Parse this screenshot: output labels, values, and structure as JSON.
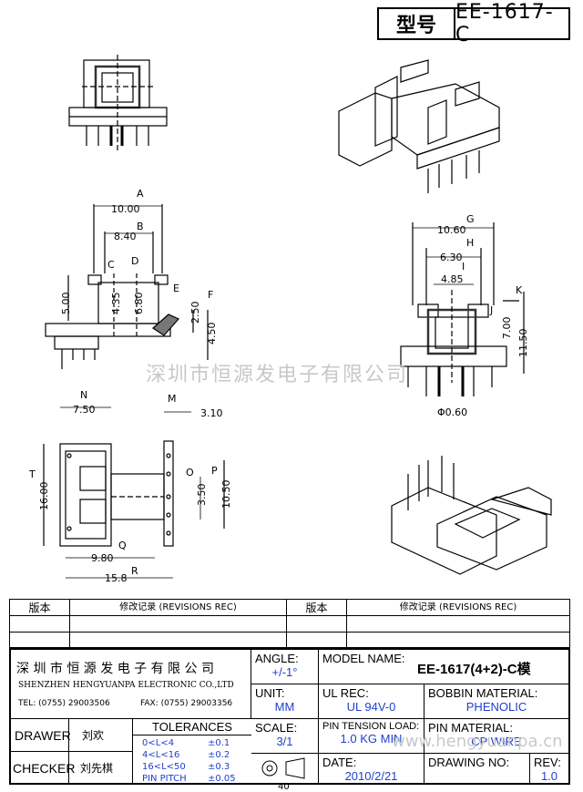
{
  "title": {
    "label": "型号",
    "model": "EE-1617-C"
  },
  "dimensions": {
    "A": "A",
    "B": "B",
    "C": "C",
    "D": "D",
    "E": "E",
    "F": "F",
    "G": "G",
    "H": "H",
    "I": "I",
    "J": "J",
    "K": "K",
    "M": "M",
    "N": "N",
    "O": "O",
    "P": "P",
    "Q": "Q",
    "R": "R",
    "T": "T",
    "v10_00": "10.00",
    "v8_40": "8.40",
    "v5_00": "5.00",
    "v4_35": "4.35",
    "v6_80": "6.80",
    "v2_50": "2.50",
    "v4_50": "4.50",
    "v10_60": "10.60",
    "v6_30": "6.30",
    "v4_85": "4.85",
    "v7_00": "7.00",
    "v11_50": "11.50",
    "v0_60": "Φ0.60",
    "v7_50": "7.50",
    "v3_10": "3.10",
    "v16_00": "16.00",
    "v3_50": "3.50",
    "v10_50": "10.50",
    "v9_80": "9.80",
    "v15_8": "15.8",
    "bottom_partial": "40"
  },
  "watermark": "深圳市恒源发电子有限公司",
  "watermark_url": "www.hengyuanpa.cn",
  "revisions": {
    "col1": "版本",
    "col2": "修改记录 (REVISIONS REC)",
    "col3": "版本",
    "col4": "修改记录 (REVISIONS REC)"
  },
  "company": {
    "name_cn": "深 圳 市 恒 源 发 电 子 有 限 公 司",
    "name_en": "SHENZHEN HENGYUANPA ELECTRONIC CO.,LTD",
    "tel": "TEL: (0755) 29003506",
    "fax": "FAX: (0755) 29003356"
  },
  "angle": {
    "label": "ANGLE:",
    "value": "+/-1°"
  },
  "unit": {
    "label": "UNIT:",
    "value": "MM"
  },
  "scale": {
    "label": "SCALE:",
    "value": "3/1"
  },
  "model_name": {
    "label": "MODEL NAME:",
    "value": "EE-1617(4+2)-C模"
  },
  "ul_rec": {
    "label": "UL REC:",
    "value": "UL 94V-0"
  },
  "bobbin_material": {
    "label": "BOBBIN MATERIAL:",
    "value": "PHENOLIC"
  },
  "pin_tension": {
    "label": "PIN TENSION LOAD:",
    "value": "1.0 KG MIN"
  },
  "pin_material": {
    "label": "PIN MATERIAL:",
    "value": "CP WIRE"
  },
  "date": {
    "label": "DATE:",
    "value": "2010/2/21"
  },
  "drawing_no": {
    "label": "DRAWING NO:",
    "value": ""
  },
  "rev": {
    "label": "REV:",
    "value": "1.0"
  },
  "drawer": {
    "label": "DRAWER",
    "value": "刘欢"
  },
  "checker": {
    "label": "CHECKER",
    "value": "刘先棋"
  },
  "tolerances": {
    "label": "TOLERANCES",
    "rows": [
      {
        "range": "0<L<4",
        "tol": "±0.1"
      },
      {
        "range": "4<L<16",
        "tol": "±0.2"
      },
      {
        "range": "16<L<50",
        "tol": "±0.3"
      },
      {
        "range": "PIN PITCH",
        "tol": "±0.05"
      }
    ]
  }
}
